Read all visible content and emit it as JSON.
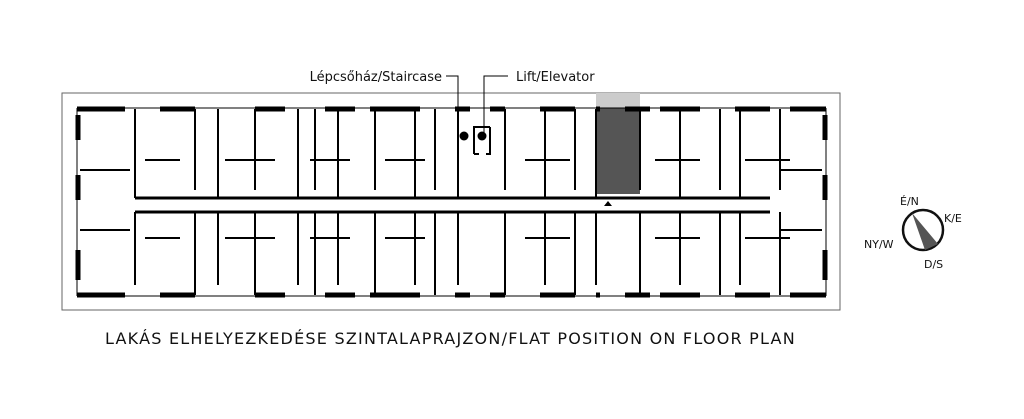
{
  "labels": {
    "staircase": "Lépcsőház/Staircase",
    "elevator": "Lift/Elevator"
  },
  "compass": {
    "north": "É/N",
    "east": "K/E",
    "south": "D/S",
    "west": "NY/W"
  },
  "title": "LAKÁS ELHELYEZKEDÉSE SZINTALAPRAJZON/FLAT POSITION ON FLOOR PLAN",
  "colors": {
    "highlighted_flat": "#555555",
    "highlighted_balcony": "#cccccc",
    "walls": "#000000"
  }
}
